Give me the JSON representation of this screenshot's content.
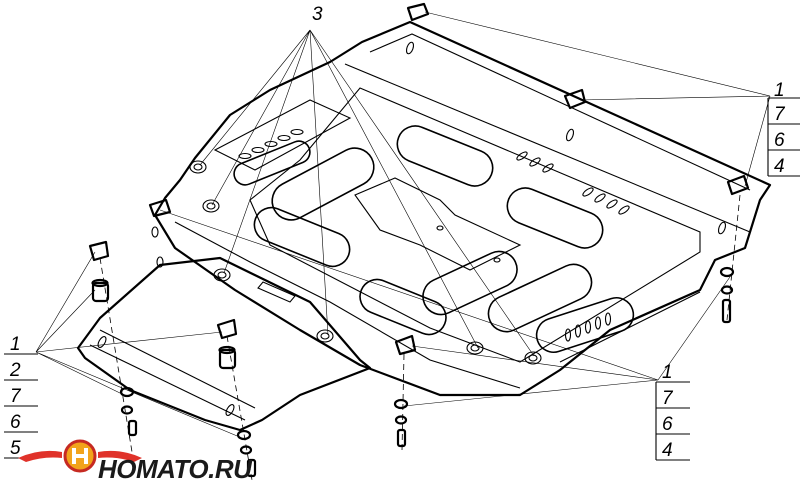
{
  "callouts": {
    "top": "3",
    "right_upper": [
      "1",
      "7",
      "6",
      "4"
    ],
    "right_lower": [
      "1",
      "7",
      "6",
      "4"
    ],
    "left": [
      "1",
      "2",
      "7",
      "6",
      "5"
    ]
  },
  "logo": {
    "text": "HOMATO.RU",
    "colors": {
      "wing": "#e0322a",
      "circle": "#f2a31b",
      "ring": "#c62a22"
    }
  }
}
